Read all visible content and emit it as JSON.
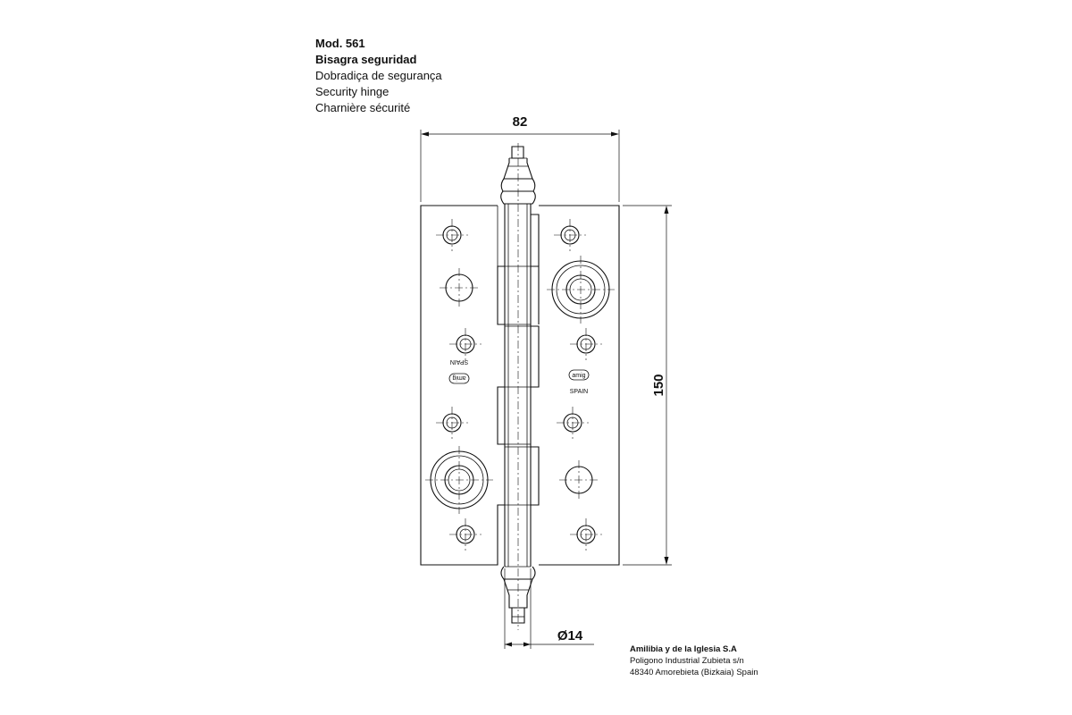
{
  "header": {
    "model": "Mod. 561",
    "name_es": "Bisagra seguridad",
    "name_pt": "Dobradiça de segurança",
    "name_en": "Security hinge",
    "name_fr": "Charnière sécurité"
  },
  "dimensions": {
    "width": "82",
    "height": "150",
    "pin_diameter": "Ø14"
  },
  "plate_marks": {
    "brand": "amig",
    "country": "SPAIN"
  },
  "company": {
    "name": "Amilibia y de la Iglesia S.A",
    "address_line1": "Poligono Industrial Zubieta s/n",
    "address_line2": "48340 Amorebieta (Bizkaia) Spain"
  }
}
